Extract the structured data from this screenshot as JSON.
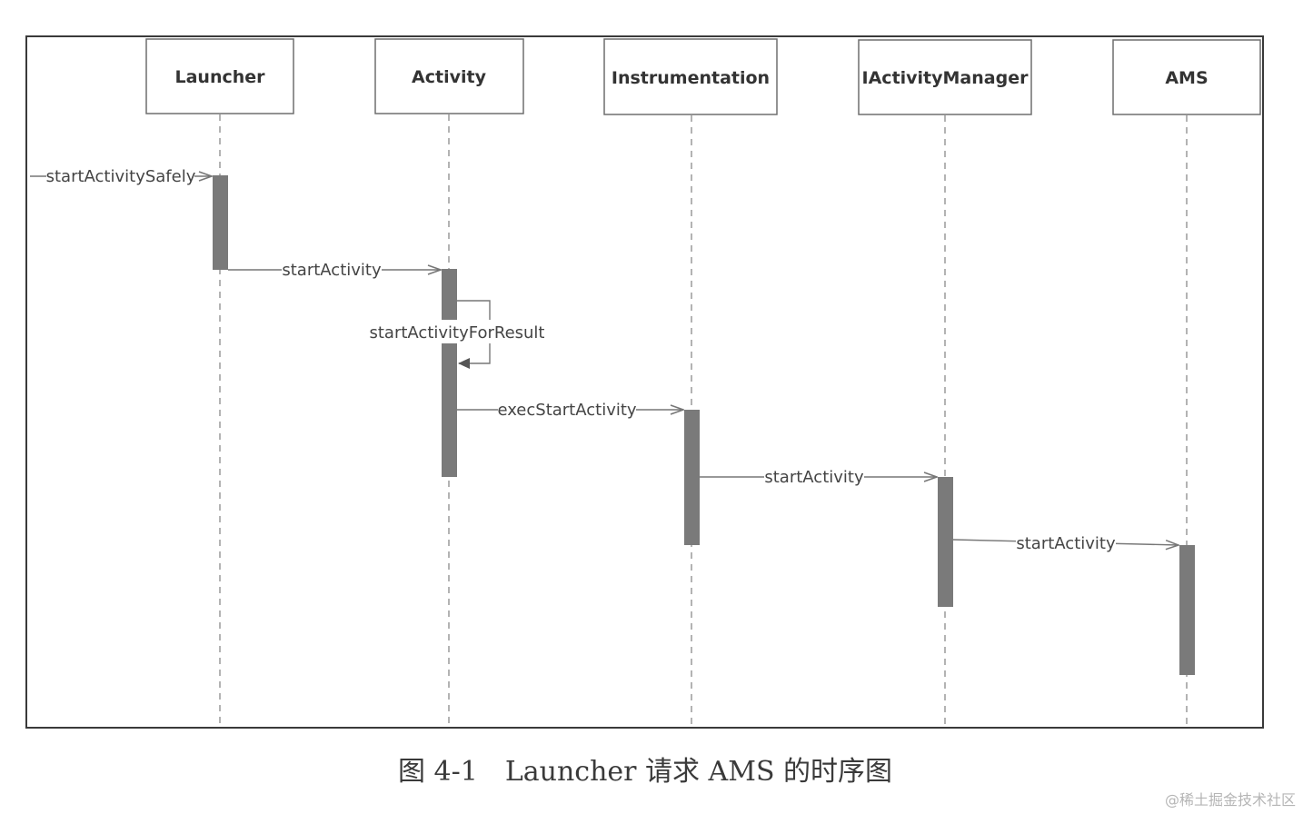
{
  "diagram": {
    "participants": [
      {
        "id": "launcher",
        "label": "Launcher"
      },
      {
        "id": "activity",
        "label": "Activity"
      },
      {
        "id": "instrumentation",
        "label": "Instrumentation"
      },
      {
        "id": "iactivitymanager",
        "label": "IActivityManager"
      },
      {
        "id": "ams",
        "label": "AMS"
      }
    ],
    "messages": [
      {
        "id": "msg1",
        "label": "startActivitySafely",
        "from": "external",
        "to": "launcher"
      },
      {
        "id": "msg2",
        "label": "startActivity",
        "from": "launcher",
        "to": "activity"
      },
      {
        "id": "msg3",
        "label": "startActivityForResult",
        "from": "activity",
        "to": "activity",
        "self": true
      },
      {
        "id": "msg4",
        "label": "execStartActivity",
        "from": "activity",
        "to": "instrumentation"
      },
      {
        "id": "msg5",
        "label": "startActivity",
        "from": "instrumentation",
        "to": "iactivitymanager"
      },
      {
        "id": "msg6",
        "label": "startActivity",
        "from": "iactivitymanager",
        "to": "ams"
      }
    ],
    "caption": "图 4-1　Launcher 请求 AMS 的时序图",
    "watermark": "@稀土掘金技术社区",
    "colors": {
      "frame": "#3a3a3a",
      "box_border": "#6f6f6f",
      "lifeline": "#8a8a8a",
      "activation": "#7a7a7a",
      "arrow": "#777777"
    }
  }
}
